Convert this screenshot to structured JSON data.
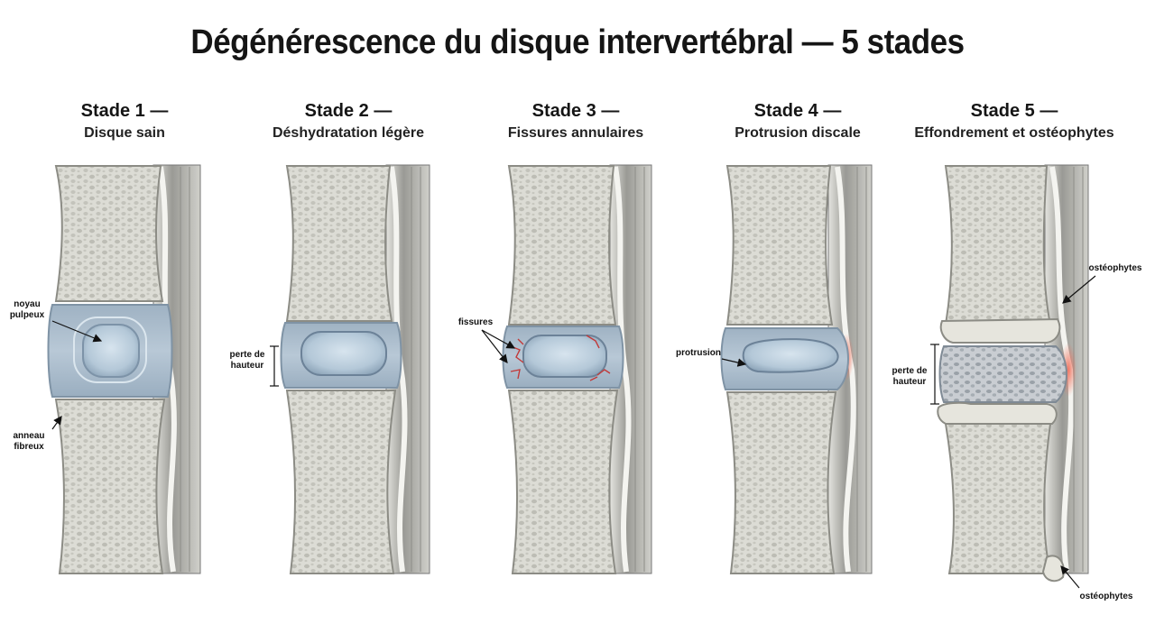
{
  "title": "Dégénérescence du disque intervertébral — 5 stades",
  "stages": [
    {
      "title": "Stade 1 —",
      "subtitle": "Disque sain"
    },
    {
      "title": "Stade 2 —",
      "subtitle": "Déshydratation légère"
    },
    {
      "title": "Stade 3 —",
      "subtitle": "Fissures annulaires"
    },
    {
      "title": "Stade 4 —",
      "subtitle": "Protrusion discale"
    },
    {
      "title": "Stade 5 —",
      "subtitle": "Effondrement et ostéophytes"
    }
  ],
  "labels": {
    "noyau_line1": "noyau",
    "noyau_line2": "pulpeux",
    "anneau_line1": "anneau",
    "anneau_line2": "fibreux",
    "perte_line1": "perte de",
    "perte_line2": "hauteur",
    "fissures": "fissures",
    "protrusion": "protrusion",
    "perte5_line1": "perte de",
    "perte5_line2": "hauteur",
    "osteo_top": "ostéophytes",
    "osteo_bottom": "ostéophytes"
  },
  "colors": {
    "bone": "#dcdcd5",
    "bone_pore": "#b9b9b1",
    "disc": "#a9bccb",
    "nucleus": "#c9d9e6",
    "inflammation": "#f08a7a",
    "fissure": "#c23a3a"
  }
}
